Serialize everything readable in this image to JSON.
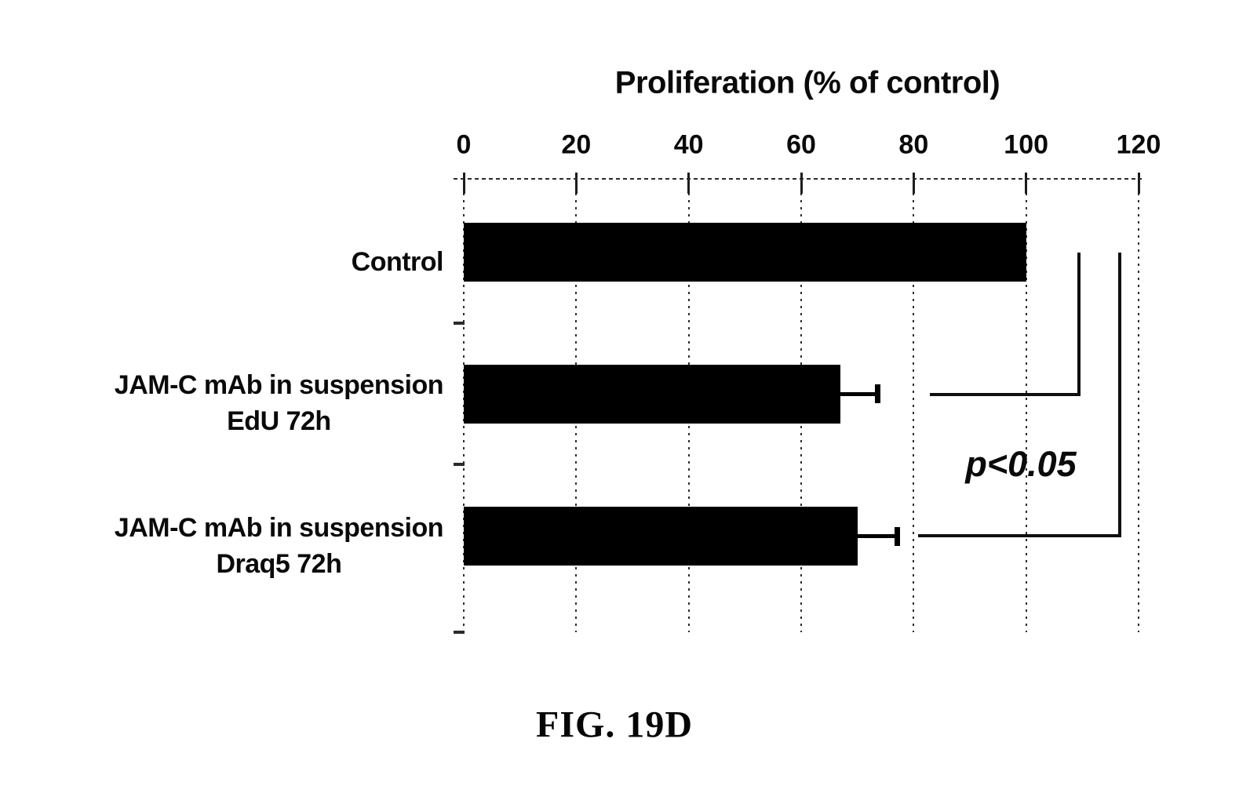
{
  "figure": {
    "caption": "FIG. 19D"
  },
  "chart_data": {
    "type": "bar",
    "orientation": "horizontal",
    "title": "Proliferation (% of control)",
    "xlabel": "",
    "ylabel": "",
    "xlim": [
      0,
      120
    ],
    "xticks": [
      "0",
      "20",
      "40",
      "60",
      "80",
      "100",
      "120"
    ],
    "grid": "vertical-dotted",
    "legend": "none",
    "bar_color": "#000000",
    "categories": [
      {
        "label": "Control",
        "lines": [
          "Control"
        ]
      },
      {
        "label": "JAM-C mAb in suspension EdU 72h",
        "lines": [
          "JAM-C mAb in suspension",
          "EdU 72h"
        ]
      },
      {
        "label": "JAM-C mAb in suspension Draq5 72h",
        "lines": [
          "JAM-C mAb in suspension",
          "Draq5 72h"
        ]
      }
    ],
    "values": [
      100,
      67,
      70
    ],
    "errors": [
      null,
      6.5,
      7
    ],
    "annotation": "p<0.05",
    "significance_brackets": [
      {
        "from": "Control",
        "to": "JAM-C mAb in suspension EdU 72h",
        "label": "p<0.05"
      },
      {
        "from": "Control",
        "to": "JAM-C mAb in suspension Draq5 72h",
        "label": "p<0.05"
      }
    ]
  }
}
